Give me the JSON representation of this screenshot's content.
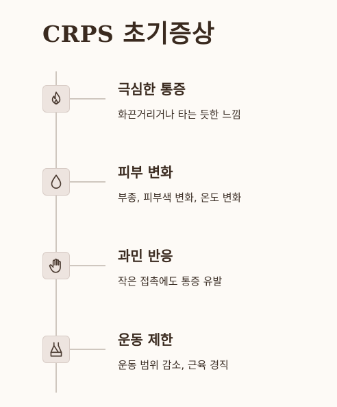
{
  "title": {
    "latin": "CRPS",
    "korean": "초기증상"
  },
  "items": [
    {
      "icon": "flame-icon",
      "title": "극심한 통증",
      "desc": "화끈거리거나 타는 듯한 느낌"
    },
    {
      "icon": "droplet-icon",
      "title": "피부 변화",
      "desc": "부종, 피부색 변화, 온도 변화"
    },
    {
      "icon": "hand-icon",
      "title": "과민 반응",
      "desc": "작은 접촉에도 통증 유발"
    },
    {
      "icon": "dumbbell-icon",
      "title": "운동 제한",
      "desc": "운동 범위 감소, 근육 경직"
    }
  ],
  "colors": {
    "background": "#fdfaf6",
    "icon_bg": "#ede4df",
    "line": "#cfc7bf",
    "text": "#3a2a1f"
  }
}
